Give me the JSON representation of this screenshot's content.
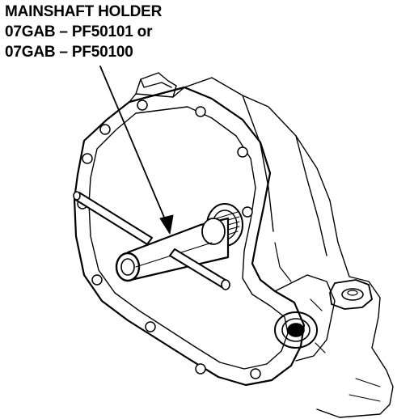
{
  "label": {
    "title": "MAINSHAFT HOLDER",
    "part_number_1": "07GAB – PF50101 or",
    "part_number_2": "07GAB – PF50100"
  },
  "colors": {
    "ink": "#000000",
    "paper": "#ffffff"
  }
}
